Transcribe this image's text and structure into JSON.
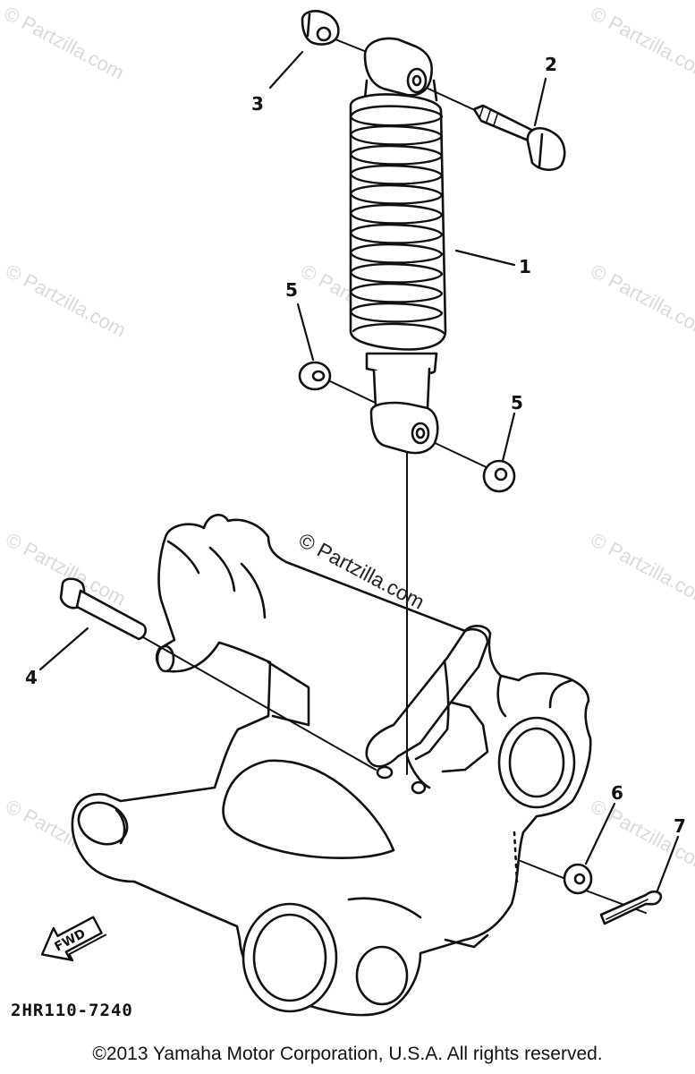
{
  "watermark": "© Partzilla.com",
  "callouts": [
    "1",
    "2",
    "3",
    "4",
    "5",
    "5",
    "6",
    "7"
  ],
  "direction_label": "FWD",
  "diagram_code": "2HR110-7240",
  "copyright": "©2013 Yamaha Motor Corporation, U.S.A. All rights reserved."
}
